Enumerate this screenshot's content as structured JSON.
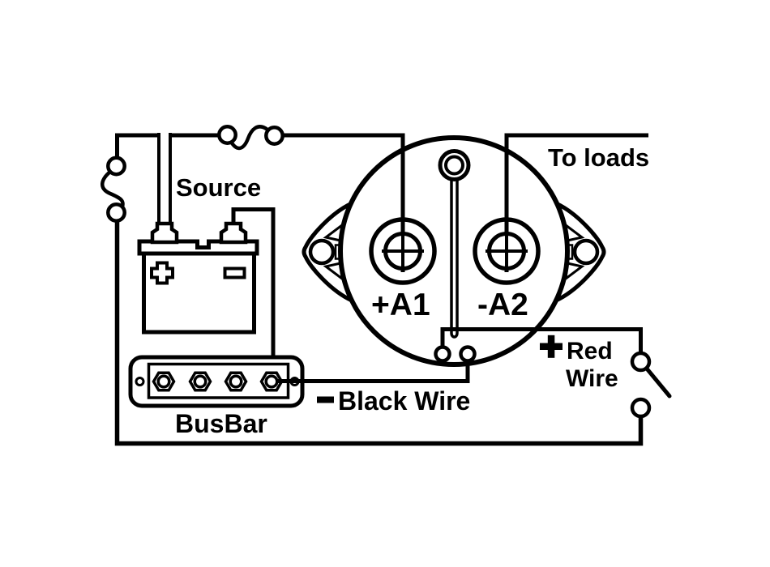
{
  "figure": {
    "background": "#ffffff",
    "line_color": "#000000",
    "labels": {
      "source": "Source",
      "to_loads": "To loads",
      "terminal_a1": "+A1",
      "terminal_a2": "-A2",
      "red_sign": "+",
      "red_line1": "Red",
      "red_line2": "Wire",
      "black_sign": "−",
      "black": "Black Wire",
      "busbar": "BusBar",
      "battery_plus": "+",
      "battery_minus": "−"
    },
    "components": [
      "battery-source",
      "inline-fuse-left",
      "inline-fuse-top",
      "busbar-4-stud",
      "remote-battery-switch",
      "terminal-a1",
      "terminal-a2",
      "coil-terminals",
      "control-switch",
      "red-wire",
      "black-wire",
      "to-loads-wire"
    ]
  }
}
